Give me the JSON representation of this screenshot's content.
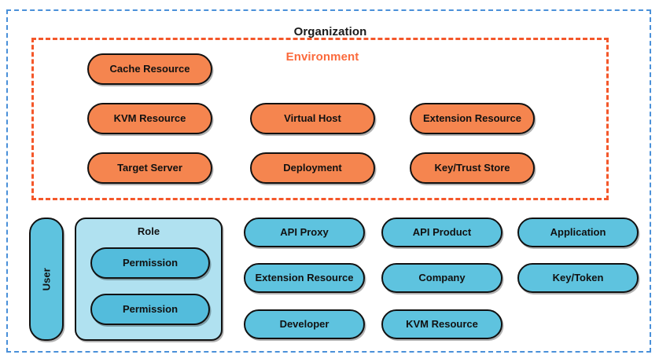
{
  "colors": {
    "org_border": "#4a90d9",
    "env_border": "#f4572a",
    "env_title": "#fb6a3c",
    "orange_fill": "#f5854f",
    "blue_fill": "#5ec3df",
    "role_fill": "#b0e1f0",
    "permission_fill": "#53bcdc",
    "stroke": "#111111"
  },
  "organization": {
    "title": "Organization"
  },
  "environment": {
    "title": "Environment",
    "entities": [
      {
        "label": "Cache Resource",
        "col": 0,
        "row": 0
      },
      {
        "label": "KVM Resource",
        "col": 0,
        "row": 1
      },
      {
        "label": "Virtual Host",
        "col": 1,
        "row": 1
      },
      {
        "label": "Extension Resource",
        "col": 2,
        "row": 1
      },
      {
        "label": "Target Server",
        "col": 0,
        "row": 2
      },
      {
        "label": "Deployment",
        "col": 1,
        "row": 2
      },
      {
        "label": "Key/Trust Store",
        "col": 2,
        "row": 2
      }
    ]
  },
  "org_level": {
    "user": {
      "label": "User",
      "orientation": "vertical"
    },
    "role": {
      "label": "Role",
      "permissions": [
        {
          "label": "Permission"
        },
        {
          "label": "Permission"
        }
      ]
    },
    "entities": [
      {
        "label": "API Proxy",
        "col": 0,
        "row": 0
      },
      {
        "label": "API Product",
        "col": 1,
        "row": 0
      },
      {
        "label": "Application",
        "col": 2,
        "row": 0
      },
      {
        "label": "Extension Resource",
        "col": 0,
        "row": 1
      },
      {
        "label": "Company",
        "col": 1,
        "row": 1
      },
      {
        "label": "Key/Token",
        "col": 2,
        "row": 1
      },
      {
        "label": "Developer",
        "col": 0,
        "row": 2
      },
      {
        "label": "KVM Resource",
        "col": 1,
        "row": 2
      }
    ]
  }
}
